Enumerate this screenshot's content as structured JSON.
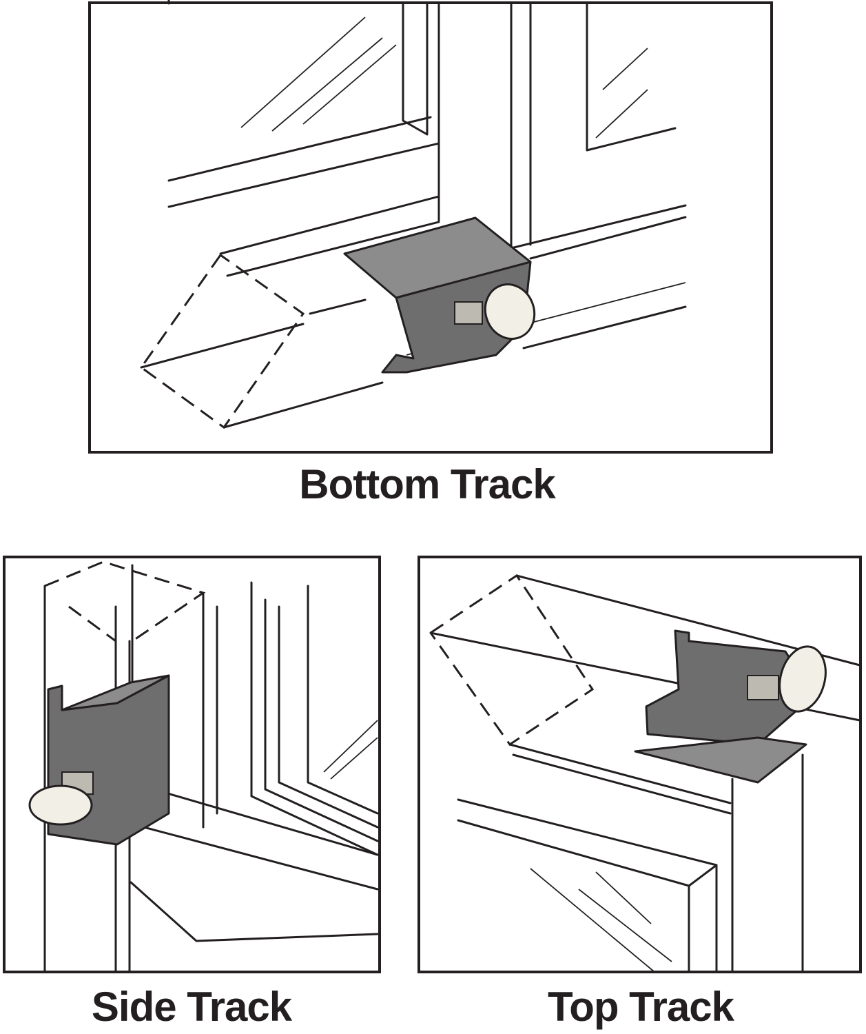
{
  "panels": [
    {
      "id": "bottom",
      "label": "Bottom Track"
    },
    {
      "id": "side",
      "label": "Side Track"
    },
    {
      "id": "top",
      "label": "Top Track"
    }
  ],
  "colors": {
    "line": "#231f20",
    "lock": "#8c8c8c",
    "knob": "#f2efe6"
  }
}
